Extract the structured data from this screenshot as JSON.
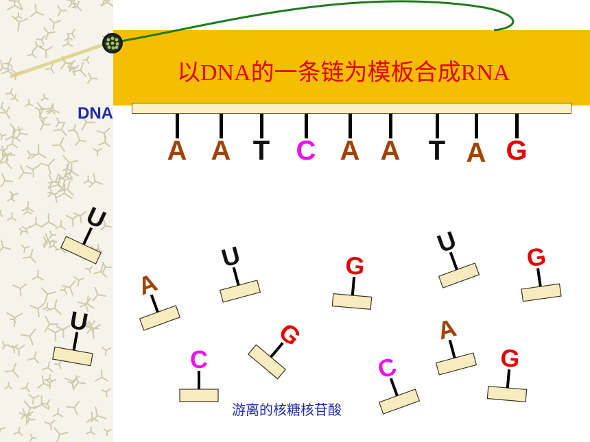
{
  "title": "以DNA的一条链为模板合成RNA",
  "dna_label": "DNA",
  "template_bases": [
    "A",
    "A",
    "T",
    "C",
    "A",
    "A",
    "T",
    "A",
    "G"
  ],
  "free_nucleotides": [
    "U",
    "U",
    "A",
    "U",
    "G",
    "G",
    "U",
    "C",
    "G",
    "C",
    "A",
    "G"
  ],
  "caption": "游离的核糖核苷酸",
  "colors": {
    "A": "#a0430a",
    "T": "#111111",
    "C": "#ee11ee",
    "G": "#e60000",
    "U": "#111111",
    "title": "#e60000",
    "band": "#f5be00",
    "caption": "#1f2aa6",
    "dna_label": "#1f2aa6",
    "sugar": "#f7ecc0"
  }
}
